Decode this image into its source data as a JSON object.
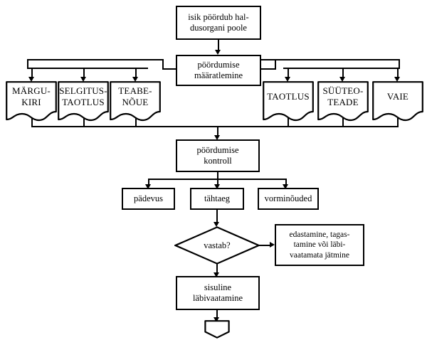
{
  "diagram": {
    "title": "Haldusmenetluse pöördumise vooskeem",
    "language": "Estonian",
    "type": "flowchart",
    "background_color": "#ffffff",
    "line_color": "#000000",
    "nodes": {
      "start": {
        "label": "isik pöördub hal-\ndusorgani poole",
        "shape": "process"
      },
      "classify": {
        "label": "pöördumise\nmääratlemine",
        "shape": "process"
      },
      "doc_margukiri": {
        "label": "MÄRGU-\nKIRI",
        "shape": "document"
      },
      "doc_selgitustaotlus": {
        "label": "SELGITUS-\nTAOTLUS",
        "shape": "document"
      },
      "doc_teabenoue": {
        "label": "TEABE-\nNÕUE",
        "shape": "document"
      },
      "doc_taotlus": {
        "label": "TAOTLUS",
        "shape": "document"
      },
      "doc_suuteoteade": {
        "label": "SÜÜTEO-\nTEADE",
        "shape": "document"
      },
      "doc_vaie": {
        "label": "VAIE",
        "shape": "document"
      },
      "control": {
        "label": "pöördumise\nkontroll",
        "shape": "process"
      },
      "check_padevus": {
        "label": "pädevus",
        "shape": "process"
      },
      "check_tahtaeg": {
        "label": "tähtaeg",
        "shape": "process"
      },
      "check_vorminouded": {
        "label": "vorminõuded",
        "shape": "process"
      },
      "decision": {
        "label": "vastab?",
        "shape": "diamond"
      },
      "reject": {
        "label": "edastamine, tagas-\ntamine või läbi-\nvaatamata jätmine",
        "shape": "process"
      },
      "substantive": {
        "label": "sisuline\nläbivaatamine",
        "shape": "process"
      },
      "end": {
        "label": "",
        "shape": "terminator-shield"
      }
    }
  }
}
